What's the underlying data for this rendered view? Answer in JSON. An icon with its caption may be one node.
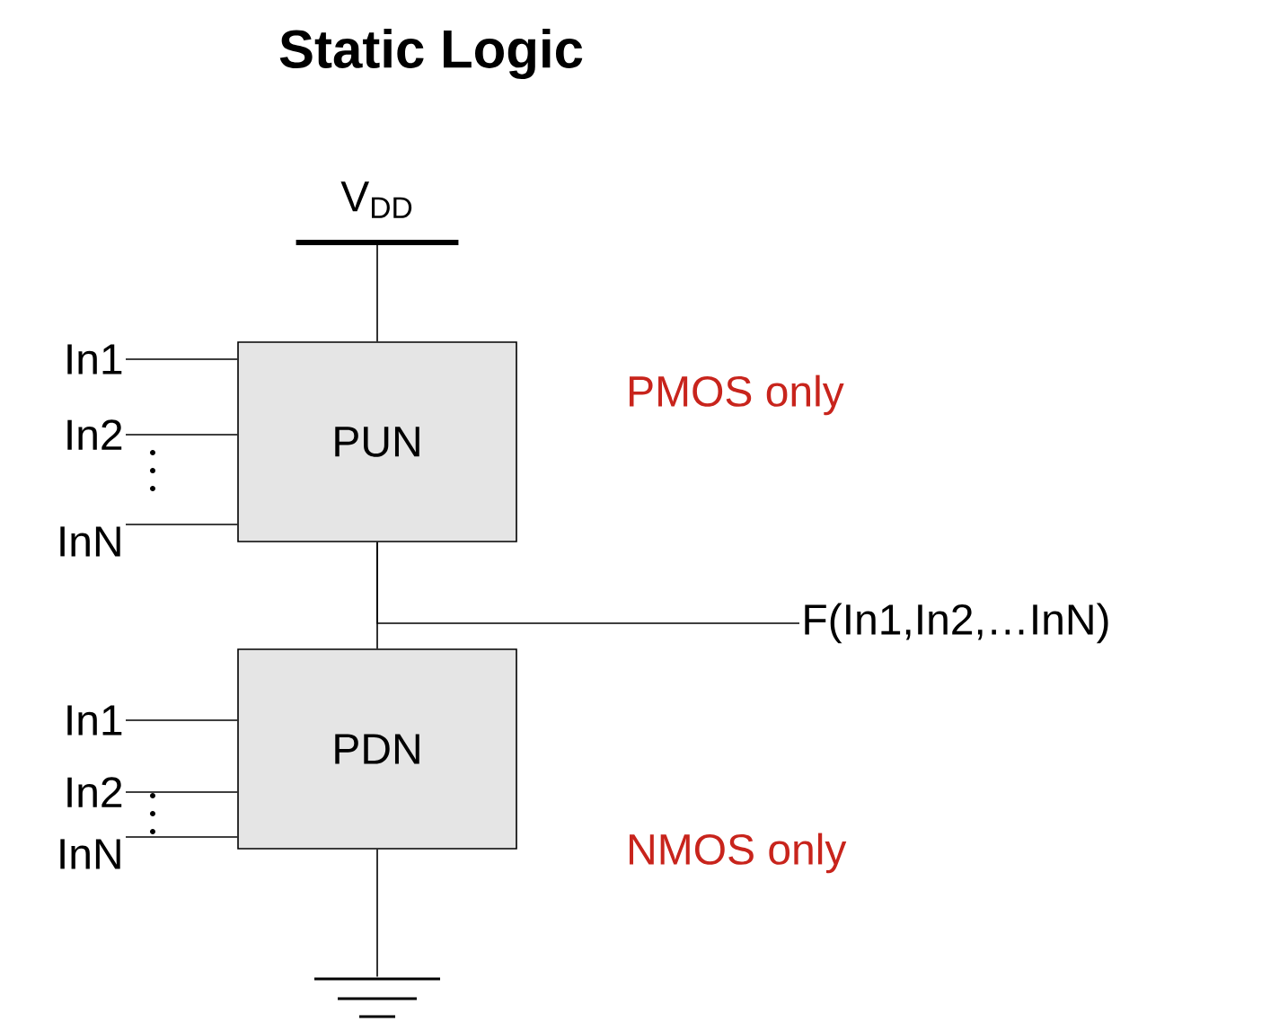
{
  "diagram": {
    "title": "Static Logic",
    "nodes": [
      {
        "text": [
          "PUN"
        ]
      },
      {
        "text": [
          "PDN"
        ]
      },
      {
        "text": [
          "V$_{DD}$"
        ]
      },
      {
        "text": [
          "In1"
        ]
      },
      {
        "text": [
          "In2"
        ]
      },
      {
        "text": [
          "InN"
        ]
      },
      {
        "text": [
          "F(In1,In2,…InN)"
        ]
      },
      {
        "text": [
          "In1"
        ]
      },
      {
        "text": [
          "In2"
        ]
      },
      {
        "text": [
          "InN"
        ]
      },
      {
        "text": [],
        "shape": "ground"
      }
    ],
    "edges": [
      {
        "from": 2,
        "to": 0,
        "arrow": "none"
      },
      {
        "from": 3,
        "to": 0,
        "arrow": "none"
      },
      {
        "from": 4,
        "to": 0,
        "arrow": "none"
      },
      {
        "from": 5,
        "to": 0,
        "arrow": "none"
      },
      {
        "from": 0,
        "to": 1,
        "arrow": "none"
      },
      {
        "from": 0,
        "to": 6,
        "arrow": "none"
      },
      {
        "from": 7,
        "to": 1,
        "arrow": "none"
      },
      {
        "from": 8,
        "to": 1,
        "arrow": "none"
      },
      {
        "from": 9,
        "to": 1,
        "arrow": "none"
      },
      {
        "from": 1,
        "to": 10,
        "arrow": "none"
      }
    ],
    "labels": [
      "PMOS only",
      "NMOS only"
    ]
  }
}
